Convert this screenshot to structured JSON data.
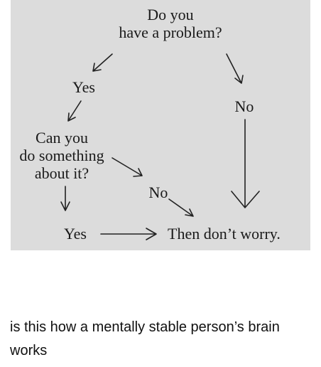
{
  "flowchart": {
    "question_1_line_1": "Do you",
    "question_1_line_2": "have a problem?",
    "yes_1": "Yes",
    "no_1": "No",
    "question_2_line_1": "Can you",
    "question_2_line_2": "do something",
    "question_2_line_3": "about it?",
    "no_2": "No",
    "yes_2": "Yes",
    "result": "Then don’t worry."
  },
  "caption": {
    "text": "is this how a mentally stable person’s brain works"
  }
}
